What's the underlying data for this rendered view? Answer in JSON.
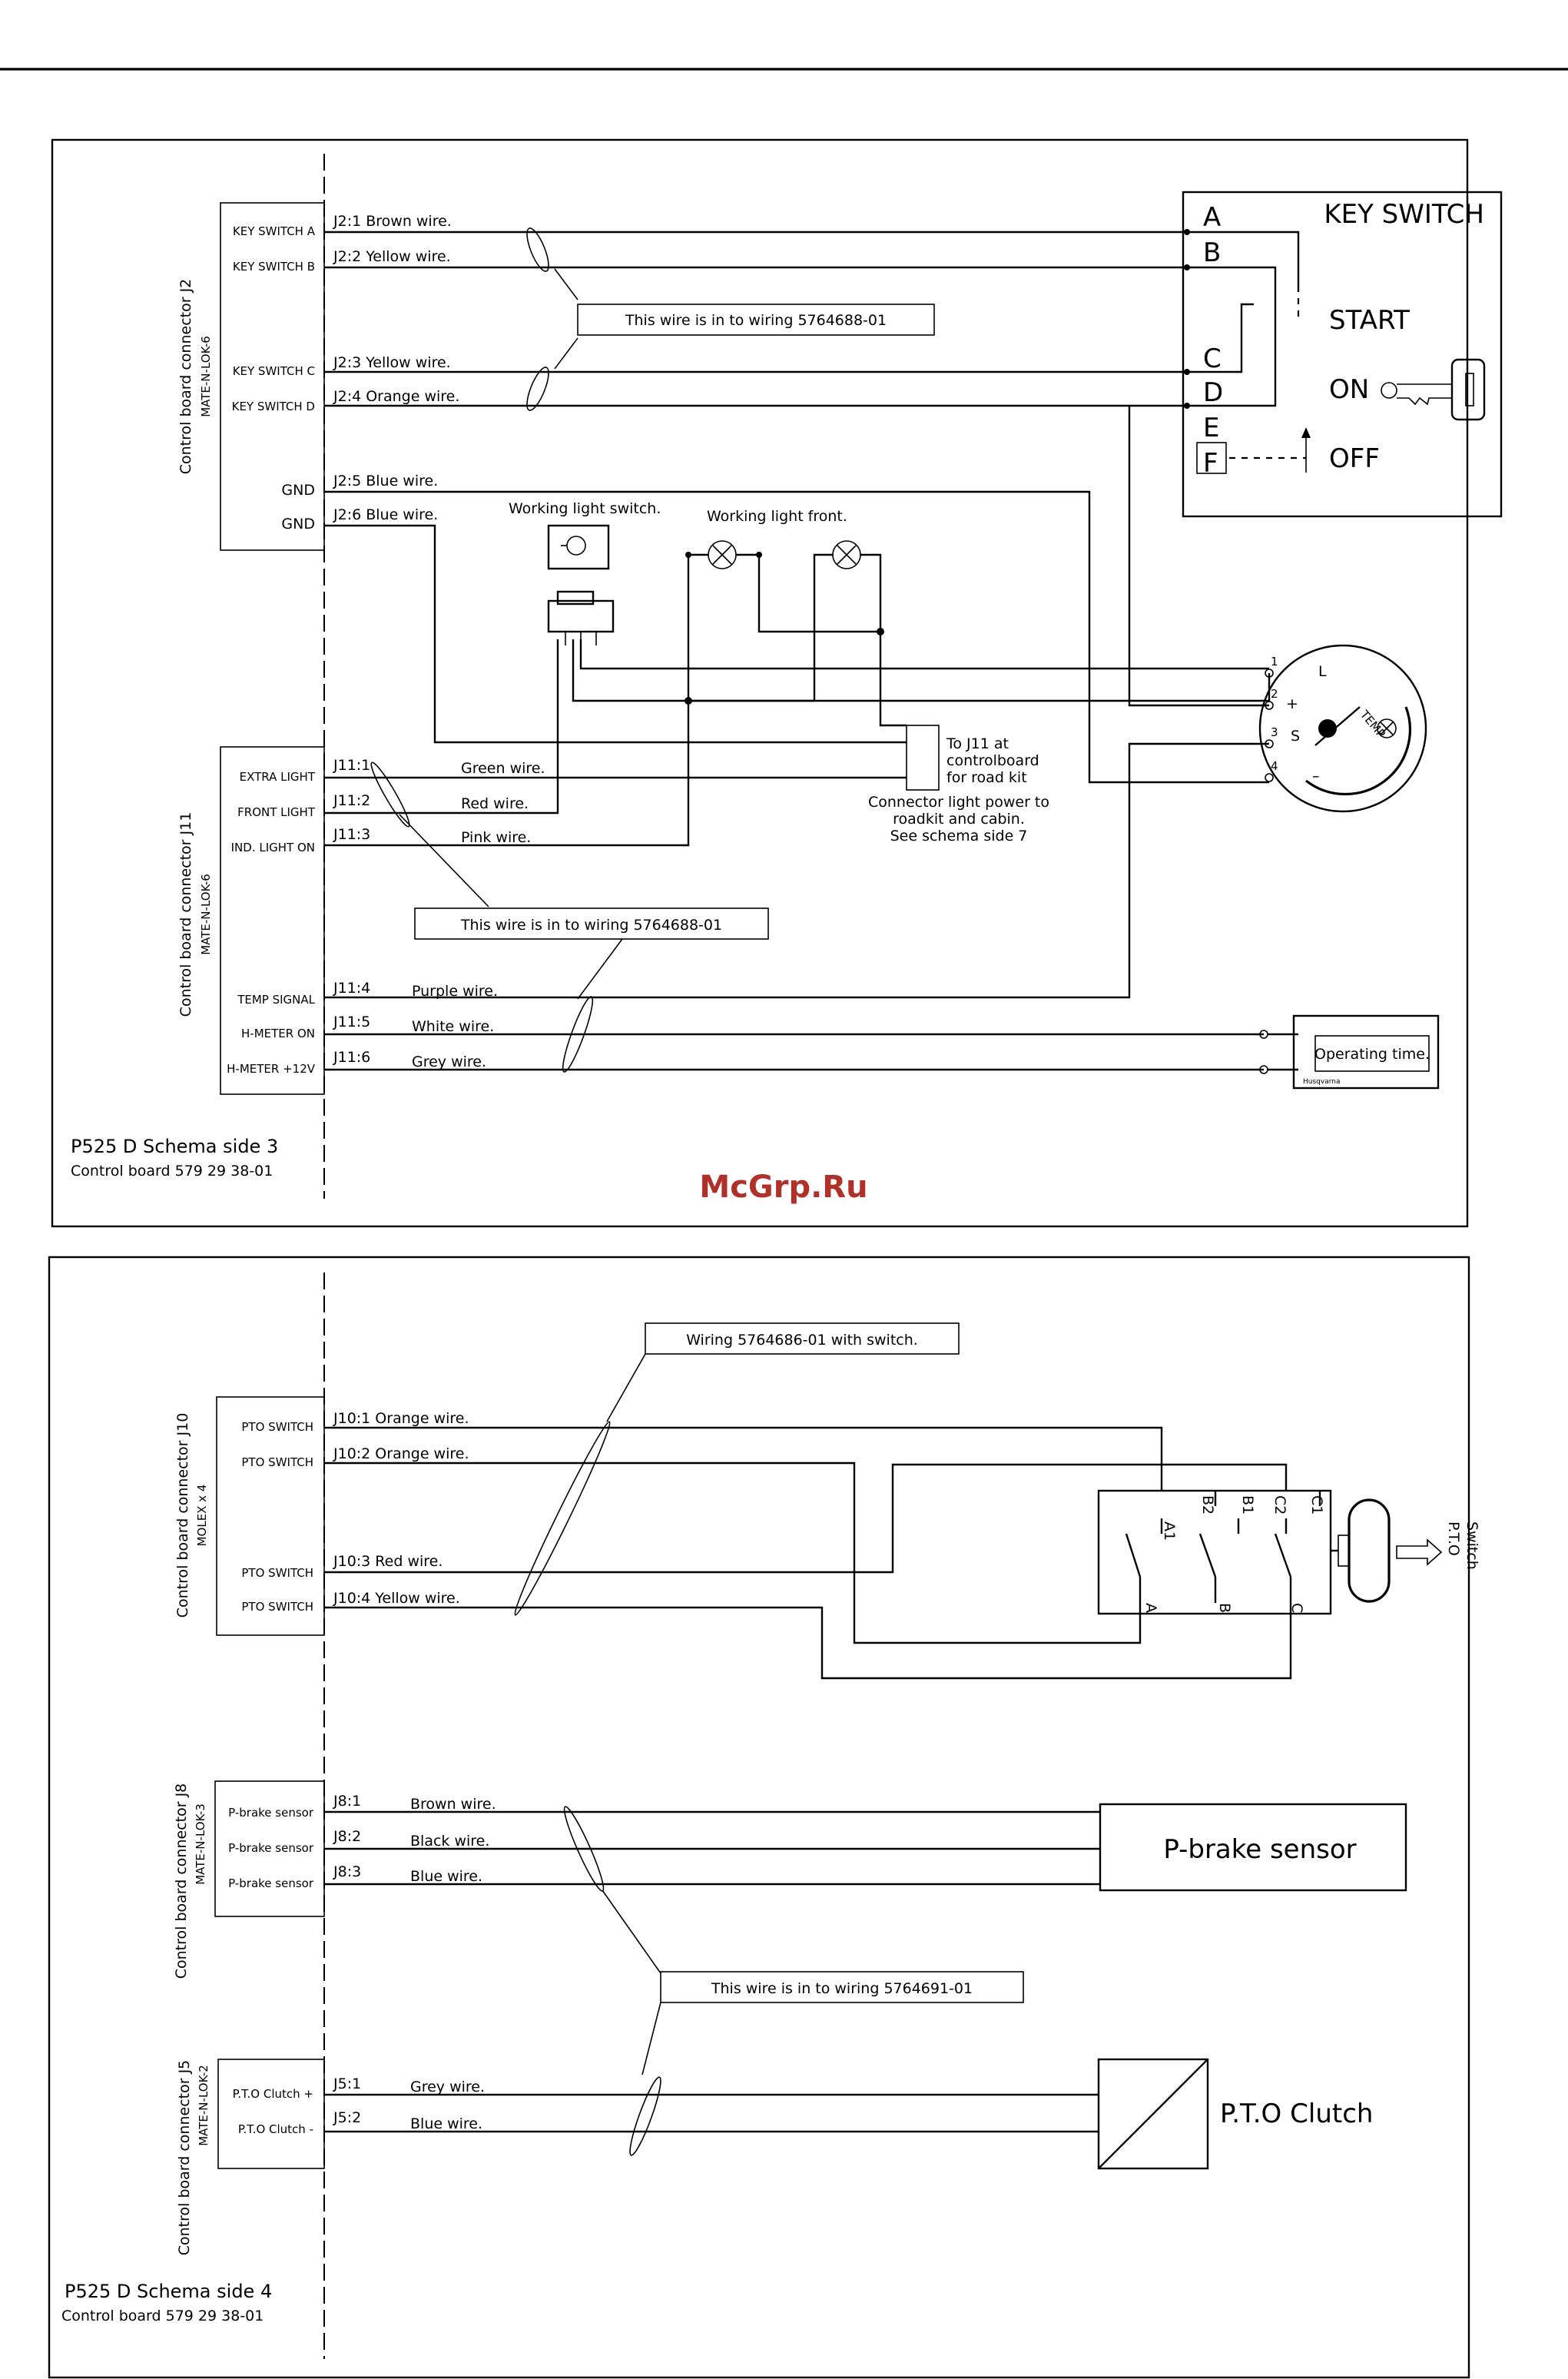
{
  "watermark": "McGrp.Ru",
  "colors": {
    "watermark": "#b0302a"
  },
  "side3": {
    "title": "P525 D Schema side 3",
    "subtitle": "Control board 579 29 38-01",
    "j2": {
      "connector": "Control board connector J2",
      "type": "MATE-N-LOK-6",
      "pins": [
        {
          "pin": "KEY SWITCH A",
          "label": "J2:1 Brown wire."
        },
        {
          "pin": "KEY SWITCH B",
          "label": "J2:2 Yellow wire."
        },
        {
          "pin": "KEY SWITCH C",
          "label": "J2:3 Yellow wire."
        },
        {
          "pin": "KEY SWITCH D",
          "label": "J2:4 Orange wire."
        },
        {
          "pin": "GND",
          "label": "J2:5 Blue wire."
        },
        {
          "pin": "GND",
          "label": "J2:6 Blue wire."
        }
      ]
    },
    "wiring_note_1": "This wire is in to wiring 5764688-01",
    "key_switch": {
      "title": "KEY SWITCH",
      "terminals": [
        "A",
        "B",
        "C",
        "D",
        "E",
        "F"
      ],
      "positions": [
        "START",
        "ON",
        "OFF"
      ]
    },
    "working_light_switch": "Working light switch.",
    "working_light_front": "Working light front.",
    "gauge": {
      "pins": [
        "1",
        "2",
        "3",
        "4"
      ],
      "letters": [
        "L",
        "+",
        "S",
        "–"
      ],
      "label": "TEMP"
    },
    "to_j11": [
      "To J11 at",
      "controlboard",
      "for road kit"
    ],
    "connector_note": [
      "Connector light power to",
      "roadkit and cabin.",
      "See schema side 7"
    ],
    "j11": {
      "connector": "Control board connector J11",
      "type": "MATE-N-LOK-6",
      "pins": [
        {
          "pin": "EXTRA LIGHT",
          "id": "J11:1",
          "wire": "Green wire."
        },
        {
          "pin": "FRONT LIGHT",
          "id": "J11:2",
          "wire": "Red wire."
        },
        {
          "pin": "IND. LIGHT ON",
          "id": "J11:3",
          "wire": "Pink wire."
        },
        {
          "pin": "TEMP SIGNAL",
          "id": "J11:4",
          "wire": "Purple wire."
        },
        {
          "pin": "H-METER ON",
          "id": "J11:5",
          "wire": "White wire."
        },
        {
          "pin": "H-METER +12V",
          "id": "J11:6",
          "wire": "Grey wire."
        }
      ]
    },
    "wiring_note_2": "This wire is in to wiring 5764688-01",
    "hour_meter": {
      "label": "Operating time.",
      "brand": "Husqvarna"
    }
  },
  "side4": {
    "title": "P525 D Schema side 4",
    "subtitle": "Control board 579 29 38-01",
    "wiring_note_switch": "Wiring 5764686-01 with switch.",
    "j10": {
      "connector": "Control board connector J10",
      "type": "MOLEX x 4",
      "pins": [
        {
          "pin": "PTO SWITCH",
          "label": "J10:1 Orange wire."
        },
        {
          "pin": "PTO SWITCH",
          "label": "J10:2 Orange wire."
        },
        {
          "pin": "PTO SWITCH",
          "label": "J10:3 Red wire."
        },
        {
          "pin": "PTO SWITCH",
          "label": "J10:4 Yellow wire."
        }
      ]
    },
    "pto_switch": {
      "terminals": [
        "A1",
        "B2",
        "B1",
        "C2",
        "C1"
      ],
      "poles": [
        "A",
        "B",
        "C"
      ],
      "label": [
        "P.T.O",
        "Switch"
      ]
    },
    "j8": {
      "connector": "Control board connector J8",
      "type": "MATE-N-LOK-3",
      "pins": [
        {
          "pin": "P-brake sensor",
          "id": "J8:1",
          "wire": "Brown wire."
        },
        {
          "pin": "P-brake sensor",
          "id": "J8:2",
          "wire": "Black wire."
        },
        {
          "pin": "P-brake sensor",
          "id": "J8:3",
          "wire": "Blue wire."
        }
      ]
    },
    "p_brake": "P-brake sensor",
    "wiring_note_3": "This wire is in to wiring 5764691-01",
    "j5": {
      "connector": "Control board connector J5",
      "type": "MATE-N-LOK-2",
      "pins": [
        {
          "pin": "P.T.O Clutch +",
          "id": "J5:1",
          "wire": "Grey wire."
        },
        {
          "pin": "P.T.O Clutch -",
          "id": "J5:2",
          "wire": "Blue wire."
        }
      ]
    },
    "pto_clutch": "P.T.O Clutch"
  }
}
